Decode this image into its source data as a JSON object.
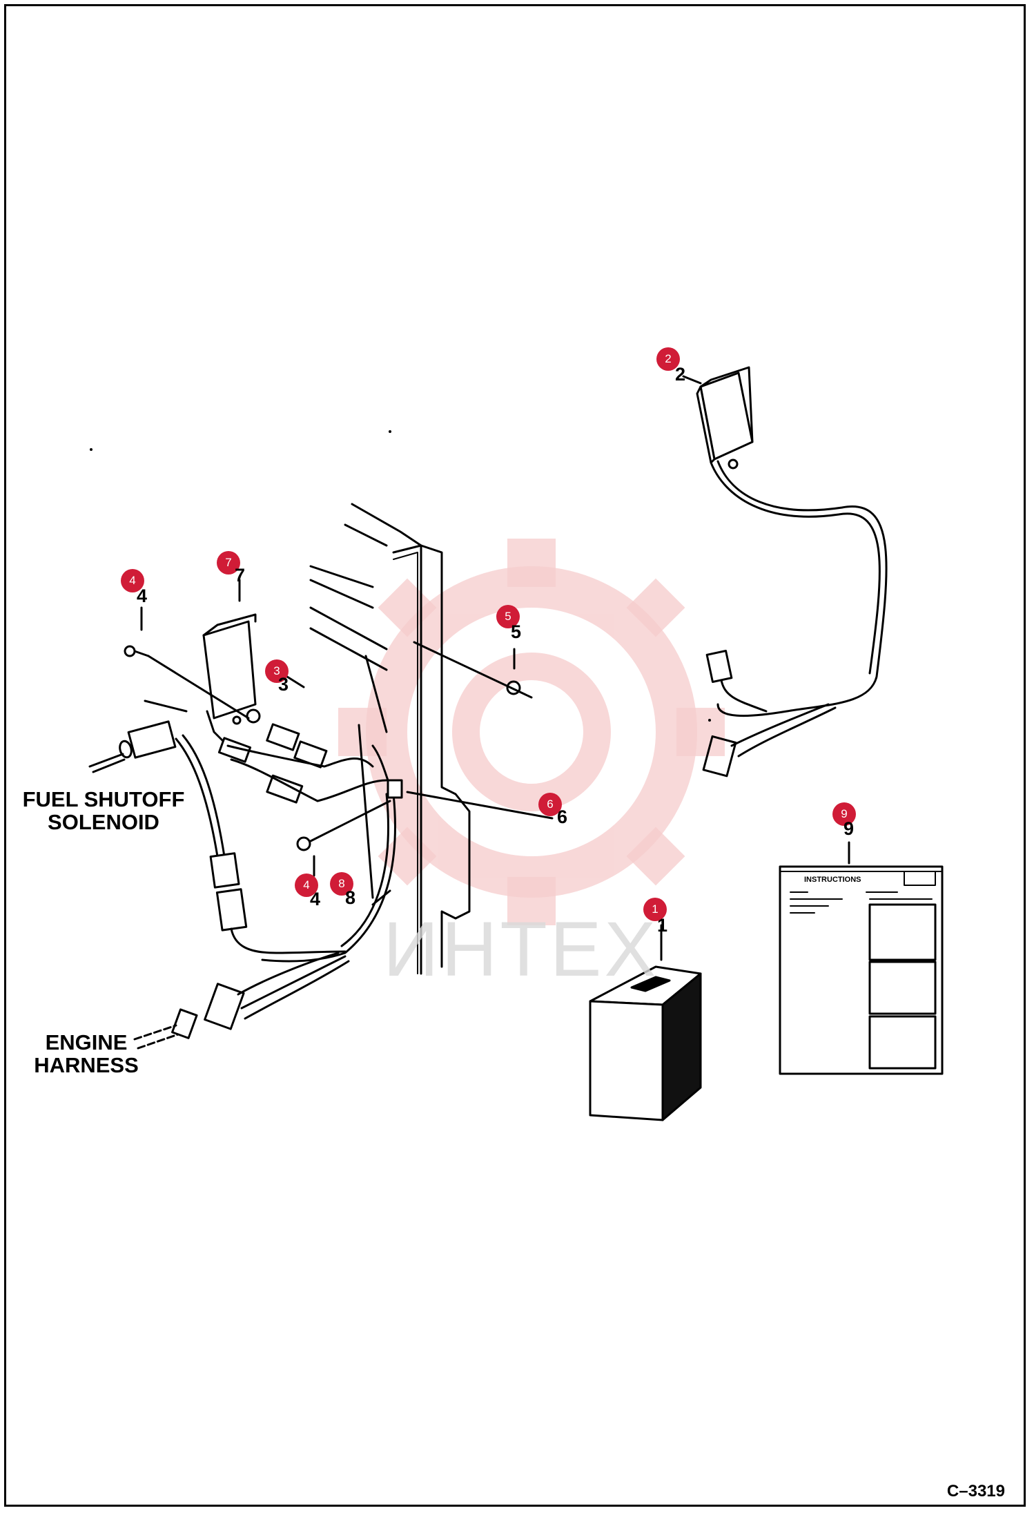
{
  "labels": {
    "fuel_shutoff": "FUEL SHUTOFF\nSOLENOID",
    "engine_harness": "ENGINE\nHARNESS",
    "figure_id": "C–3319",
    "instructions_title": "INSTRUCTIONS"
  },
  "watermark": "ИНТЕХ",
  "callouts": [
    {
      "id": "callout-1",
      "text": "1"
    },
    {
      "id": "callout-2",
      "text": "2"
    },
    {
      "id": "callout-3",
      "text": "3"
    },
    {
      "id": "callout-4a",
      "text": "4"
    },
    {
      "id": "callout-4b",
      "text": "4"
    },
    {
      "id": "callout-5",
      "text": "5"
    },
    {
      "id": "callout-6",
      "text": "6"
    },
    {
      "id": "callout-7",
      "text": "7"
    },
    {
      "id": "callout-8",
      "text": "8"
    },
    {
      "id": "callout-9",
      "text": "9"
    }
  ],
  "part_numbers": [
    "1",
    "2",
    "3",
    "4",
    "4",
    "5",
    "6",
    "7",
    "8",
    "9"
  ],
  "colors": {
    "callout": "#d01c37",
    "watermark_gear": "#f6cccc"
  }
}
